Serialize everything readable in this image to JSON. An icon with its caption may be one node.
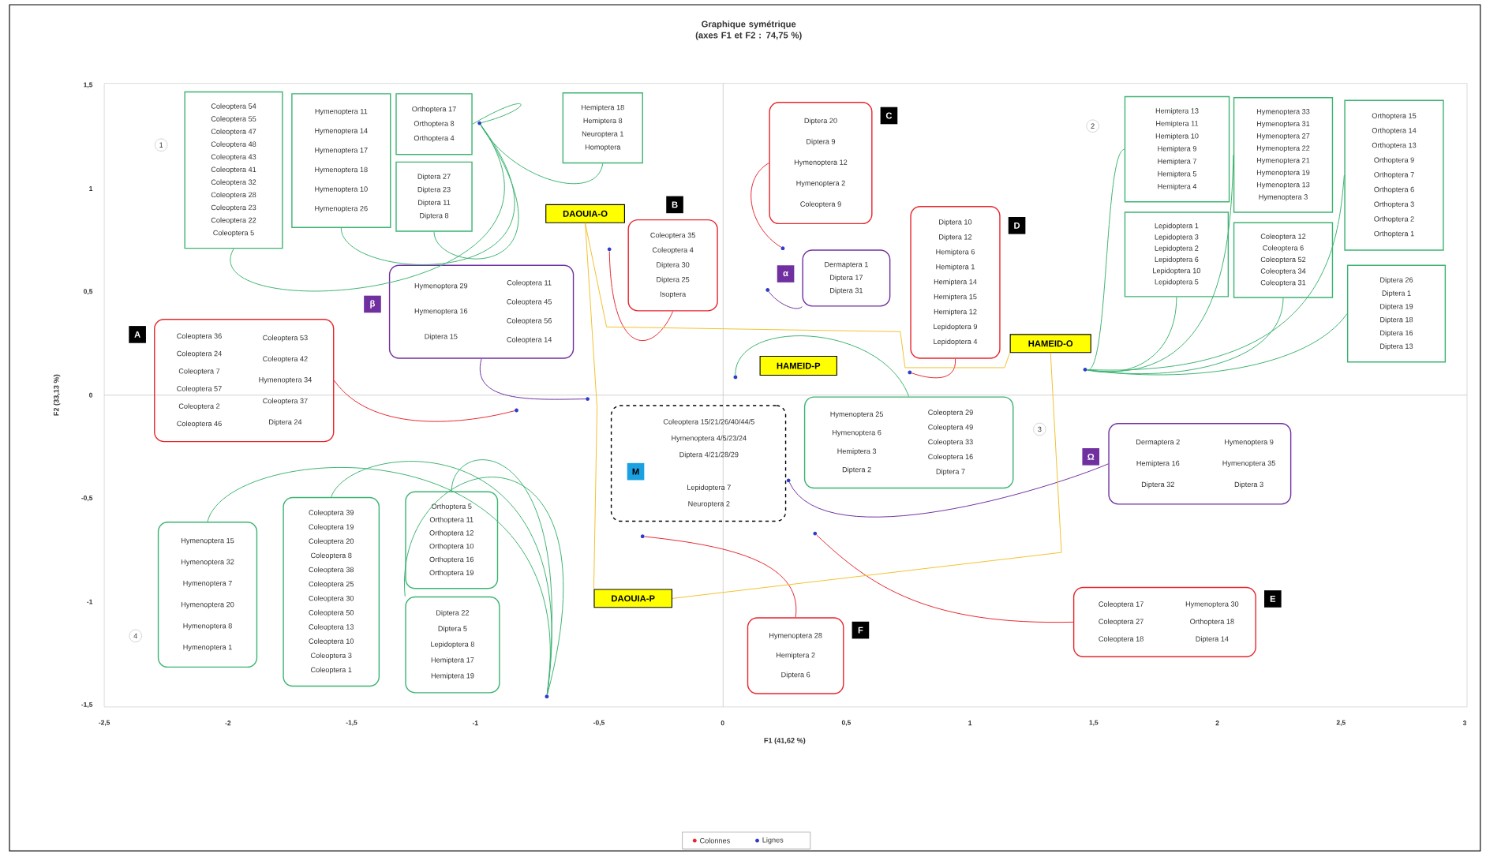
{
  "diagram": {
    "title": "Graphique symétrique (axes F1 et F2 : 74,75 %)",
    "nodes": [
      {
        "text": [
          "Coleoptera 54",
          "Coleoptera 55",
          "Coleoptera 47",
          "Coleoptera 48",
          "Coleoptera 43",
          "Coleoptera 41",
          "Coleoptera 32",
          "Coleoptera 28",
          "Coleoptera 23",
          "Coleoptera 22",
          "Coleoptera 5"
        ]
      },
      {
        "text": [
          "Hymenoptera 11",
          "Hymenoptera 14",
          "Hymenoptera 17",
          "Hymenoptera 18",
          "Hymenoptera 10",
          "Hymenoptera 26"
        ]
      },
      {
        "text": [
          "Orthoptera 17",
          "Orthoptera 8",
          "Orthoptera 4"
        ]
      },
      {
        "text": [
          "Diptera 27",
          "Diptera 23",
          "Diptera 11",
          "Diptera 8"
        ]
      },
      {
        "text": [
          "Hemiptera 18",
          "Hemiptera 8",
          "Neuroptera 1",
          "Homoptera"
        ]
      },
      {
        "text": [],
        "shape": "circle"
      },
      {
        "text": [
          "Hemiptera 13",
          "Hemiptera 11",
          "Hemiptera 10",
          "Hemiptera 9",
          "Hemiptera 7",
          "Hemiptera 5",
          "Hemiptera 4"
        ]
      },
      {
        "text": [
          "Hymenoptera 33",
          "Hymenoptera 31",
          "Hymenoptera 27",
          "Hymenoptera 22",
          "Hymenoptera 21",
          "Hymenoptera 19",
          "Hymenoptera 13",
          "Hymenoptera 3"
        ]
      },
      {
        "text": [
          "Orthoptera 15",
          "Orthoptera 14",
          "Orthoptera 13",
          "Orthoptera 9",
          "Orthoptera 7",
          "Orthoptera 6",
          "Orthoptera 3",
          "Orthoptera 2",
          "Orthoptera 1"
        ]
      },
      {
        "text": [
          "Lepidoptera 1",
          "Lepidoptera 3",
          "Lepidoptera 2",
          "Lepidoptera 6",
          "Lepidoptera 10",
          "Lepidoptera 5"
        ]
      },
      {
        "text": [
          "Coleoptera 12",
          "Coleoptera 6",
          "Coleoptera 52",
          "Coleoptera 34",
          "Coleoptera 31"
        ]
      },
      {
        "text": [
          "Diptera 26",
          "Diptera 1",
          "Diptera 19",
          "Diptera 18",
          "Diptera 16",
          "Diptera 13"
        ]
      },
      {
        "text": [],
        "shape": "circle"
      },
      {
        "text": [
          "Coleoptera 36",
          "Coleoptera 24",
          "Coleoptera 7",
          "Coleoptera 57",
          "Coleoptera 2",
          "Coleoptera 46",
          "Coleoptera 53",
          "Coleoptera 42",
          "Hymenoptera 34",
          "Coleoptera 37",
          "Diptera 24"
        ],
        "beside": [
          "A"
        ]
      },
      {
        "text": [],
        "shape": "circle"
      },
      {
        "text": [
          "Coleoptera 35",
          "Coleoptera 4",
          "Diptera 30",
          "Diptera 25",
          "Isoptera"
        ],
        "beside": [
          "B"
        ]
      },
      {
        "text": [],
        "shape": "circle"
      },
      {
        "text": [
          "Diptera 20",
          "Diptera 9",
          "Hymenoptera 12",
          "Hymenoptera 2",
          "Coleoptera 9"
        ],
        "beside": [
          "C"
        ]
      },
      {
        "text": [],
        "shape": "circle"
      },
      {
        "text": [
          "Diptera 10",
          "Diptera 12",
          "Hemiptera 6",
          "Hemiptera 1",
          "Hemiptera 14",
          "Hemiptera 15",
          "Hemiptera 12",
          "Lepidoptera 9",
          "Lepidoptera 4"
        ],
        "beside": [
          "D"
        ]
      },
      {
        "text": [],
        "shape": "circle"
      },
      {
        "text": [
          "Hymenoptera 29",
          "Hymenoptera 16",
          "Diptera 15",
          "Coleoptera 11",
          "Coleoptera 45",
          "Coleoptera 56",
          "Coleoptera 14"
        ],
        "beside": [
          "β"
        ]
      },
      {
        "text": [],
        "shape": "circle"
      },
      {
        "text": [
          "Dermaptera 1",
          "Diptera 17",
          "Diptera 31"
        ],
        "beside": [
          "α"
        ]
      },
      {
        "text": [],
        "shape": "circle"
      },
      {
        "text": [
          "Hymenoptera 25",
          "Hymenoptera 6",
          "Hemiptera 3",
          "Diptera 2",
          "Coleoptera 29",
          "Coleoptera 49",
          "Coleoptera 33",
          "Coleoptera 16",
          "Diptera 7"
        ]
      },
      {
        "text": [],
        "shape": "circle"
      },
      {
        "text": [
          "Coleoptera 15/21/26/40/44/5",
          "Hymenoptera 4/5/23/24",
          "Diptera 4/21/28/29",
          "M",
          "Lepidoptera 7",
          "Neuroptera 2"
        ]
      },
      {
        "text": [
          "Dermaptera 2",
          "Hemiptera 16",
          "Diptera 32",
          "Hymenoptera 9",
          "Hymenoptera 35",
          "Diptera 3"
        ],
        "beside": [
          "Ω"
        ]
      },
      {
        "text": [],
        "shape": "circle"
      },
      {
        "text": [
          "Coleoptera 17",
          "Coleoptera 27",
          "Coleoptera 18",
          "Hymenoptera 30",
          "Orthoptera 18",
          "Diptera 14"
        ],
        "beside": [
          "E"
        ]
      },
      {
        "text": [],
        "shape": "circle"
      },
      {
        "text": [
          "Hymenoptera 28",
          "Hemiptera 2",
          "Diptera 6"
        ],
        "beside": [
          "F"
        ]
      },
      {
        "text": [],
        "shape": "circle"
      },
      {
        "text": [
          "Hymenoptera 15",
          "Hymenoptera 32",
          "Hymenoptera 7",
          "Hymenoptera 20",
          "Hymenoptera 8",
          "Hymenoptera 1"
        ]
      },
      {
        "text": [
          "Coleoptera 39",
          "Coleoptera 19",
          "Coleoptera 20",
          "Coleoptera 8",
          "Coleoptera 38",
          "Coleoptera 25",
          "Coleoptera 30",
          "Coleoptera 50",
          "Coleoptera 13",
          "Coleoptera 10",
          "Coleoptera 3",
          "Coleoptera 1"
        ]
      },
      {
        "text": [
          "Orthoptera 5",
          "Orthoptera 11",
          "Orthoptera 12",
          "Orthoptera 10",
          "Orthoptera 16",
          "Orthoptera 19"
        ]
      },
      {
        "text": [
          "Diptera 22",
          "Diptera 5",
          "Lepidoptera 8",
          "Hemiptera 17",
          "Hemiptera 19"
        ]
      },
      {
        "text": [],
        "shape": "circle"
      },
      {
        "text": [
          "DAOUIA-O"
        ]
      },
      {
        "text": [
          "HAMEID-P"
        ]
      },
      {
        "text": [
          "HAMEID-O"
        ]
      },
      {
        "text": [
          "DAOUIA-P"
        ]
      }
    ],
    "edges": [
      {
        "from": 0,
        "to": 5,
        "arrow": "none"
      },
      {
        "from": 1,
        "to": 5,
        "arrow": "none"
      },
      {
        "from": 2,
        "to": 5,
        "arrow": "none"
      },
      {
        "from": 3,
        "to": 5,
        "arrow": "none"
      },
      {
        "from": 4,
        "to": 5,
        "arrow": "none"
      },
      {
        "from": 6,
        "to": 12,
        "arrow": "none"
      },
      {
        "from": 7,
        "to": 12,
        "arrow": "none"
      },
      {
        "from": 8,
        "to": 12,
        "arrow": "none"
      },
      {
        "from": 9,
        "to": 12,
        "arrow": "none"
      },
      {
        "from": 10,
        "to": 12,
        "arrow": "none"
      },
      {
        "from": 11,
        "to": 12,
        "arrow": "none"
      },
      {
        "from": 13,
        "to": 14,
        "arrow": "none",
        "color": "#e8262e"
      },
      {
        "from": 15,
        "to": 16,
        "arrow": "none",
        "color": "#e8262e"
      },
      {
        "from": 17,
        "to": 18,
        "arrow": "none",
        "color": "#e8262e"
      },
      {
        "from": 19,
        "to": 20,
        "arrow": "none",
        "color": "#e8262e"
      },
      {
        "from": 21,
        "to": 22,
        "arrow": "none",
        "color": "#7030a0"
      },
      {
        "from": 23,
        "to": 24,
        "arrow": "none",
        "color": "#7030a0"
      },
      {
        "from": 25,
        "to": 26,
        "arrow": "none"
      },
      {
        "from": 28,
        "to": 29,
        "arrow": "none",
        "color": "#7030a0"
      },
      {
        "from": 30,
        "to": 31,
        "arrow": "none",
        "color": "#e8262e"
      },
      {
        "from": 32,
        "to": 33,
        "arrow": "none",
        "color": "#e8262e"
      },
      {
        "from": 34,
        "to": 38,
        "arrow": "none"
      },
      {
        "from": 35,
        "to": 38,
        "arrow": "none"
      },
      {
        "from": 36,
        "to": 38,
        "arrow": "none"
      },
      {
        "from": 37,
        "to": 38,
        "arrow": "none"
      },
      {
        "from": 39,
        "to": 41,
        "arrow": "none",
        "color": "#f2c12e"
      },
      {
        "from": 39,
        "to": 42,
        "arrow": "none",
        "color": "#f2c12e"
      },
      {
        "from": 42,
        "to": 41,
        "arrow": "none",
        "color": "#f2c12e"
      }
    ],
    "labels": [
      "1",
      "2",
      "3",
      "4",
      "1,5",
      "1",
      "0,5",
      "0",
      "-0,5",
      "-1",
      "-1,5",
      "-2,5",
      "-2",
      "-1,5",
      "-1",
      "-0,5",
      "0",
      "0,5",
      "1",
      "1,5",
      "2",
      "2,5",
      "3",
      "F1 (41,62 %)",
      "F2 (33,13 %)"
    ],
    "legend": [
      {
        "text": "Colonnes",
        "color": "#e8262e"
      },
      {
        "text": "Lignes",
        "color": "#2e3dc8"
      }
    ]
  }
}
